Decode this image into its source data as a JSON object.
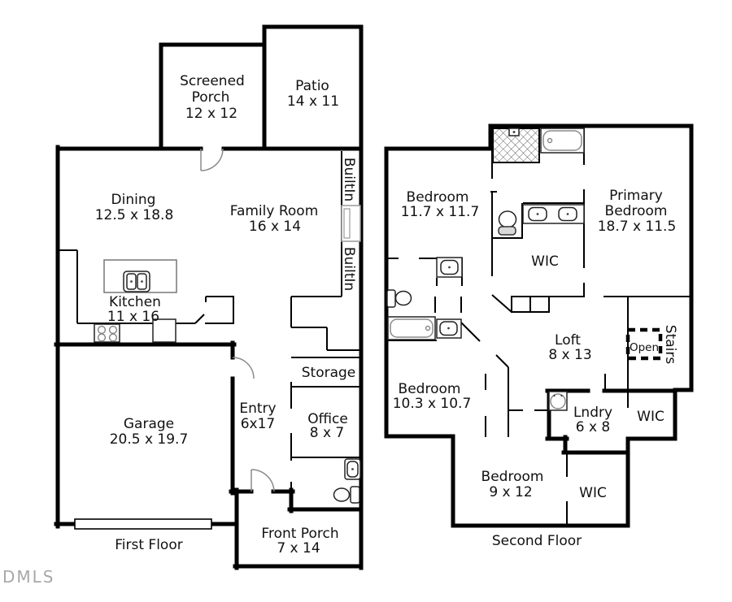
{
  "first_floor": {
    "caption": "First Floor",
    "rooms": {
      "screened_porch": {
        "line1": "Screened",
        "line2": "Porch",
        "dims": "12 x 12"
      },
      "patio": {
        "name": "Patio",
        "dims": "14 x 11"
      },
      "dining": {
        "name": "Dining",
        "dims": "12.5 x 18.8"
      },
      "family_room": {
        "name": "Family Room",
        "dims": "16 x 14"
      },
      "kitchen": {
        "name": "Kitchen",
        "dims": "11 x 16"
      },
      "garage": {
        "name": "Garage",
        "dims": "20.5 x 19.7"
      },
      "entry": {
        "name": "Entry",
        "dims": "6x17"
      },
      "storage": {
        "name": "Storage"
      },
      "office": {
        "name": "Office",
        "dims": "8 x 7"
      },
      "front_porch": {
        "name": "Front Porch",
        "dims": "7 x 14"
      },
      "builtin_upper": {
        "name": "BuiltIn"
      },
      "builtin_lower": {
        "name": "BuiltIn"
      }
    }
  },
  "second_floor": {
    "caption": "Second Floor",
    "rooms": {
      "bedroom_1": {
        "name": "Bedroom",
        "dims": "11.7 x 11.7"
      },
      "primary_bedroom": {
        "line1": "Primary",
        "line2": "Bedroom",
        "dims": "18.7 x 11.5"
      },
      "wic_primary": {
        "name": "WIC"
      },
      "loft": {
        "name": "Loft",
        "dims": "8 x 13"
      },
      "stairs": {
        "name": "Stairs"
      },
      "open_below": {
        "name": "Open"
      },
      "bedroom_2": {
        "name": "Bedroom",
        "dims": "10.3 x 10.7"
      },
      "laundry": {
        "name": "Lndry",
        "dims": "6 x 8"
      },
      "wic_hall": {
        "name": "WIC"
      },
      "bedroom_3": {
        "name": "Bedroom",
        "dims": "9 x 12"
      },
      "wic_bedroom3": {
        "name": "WIC"
      }
    }
  },
  "watermark": "DMLS",
  "colors": {
    "wall": "#000000",
    "background": "#ffffff",
    "watermark": "#a8a8a8",
    "fixture_gray": "#8a8a8a"
  }
}
